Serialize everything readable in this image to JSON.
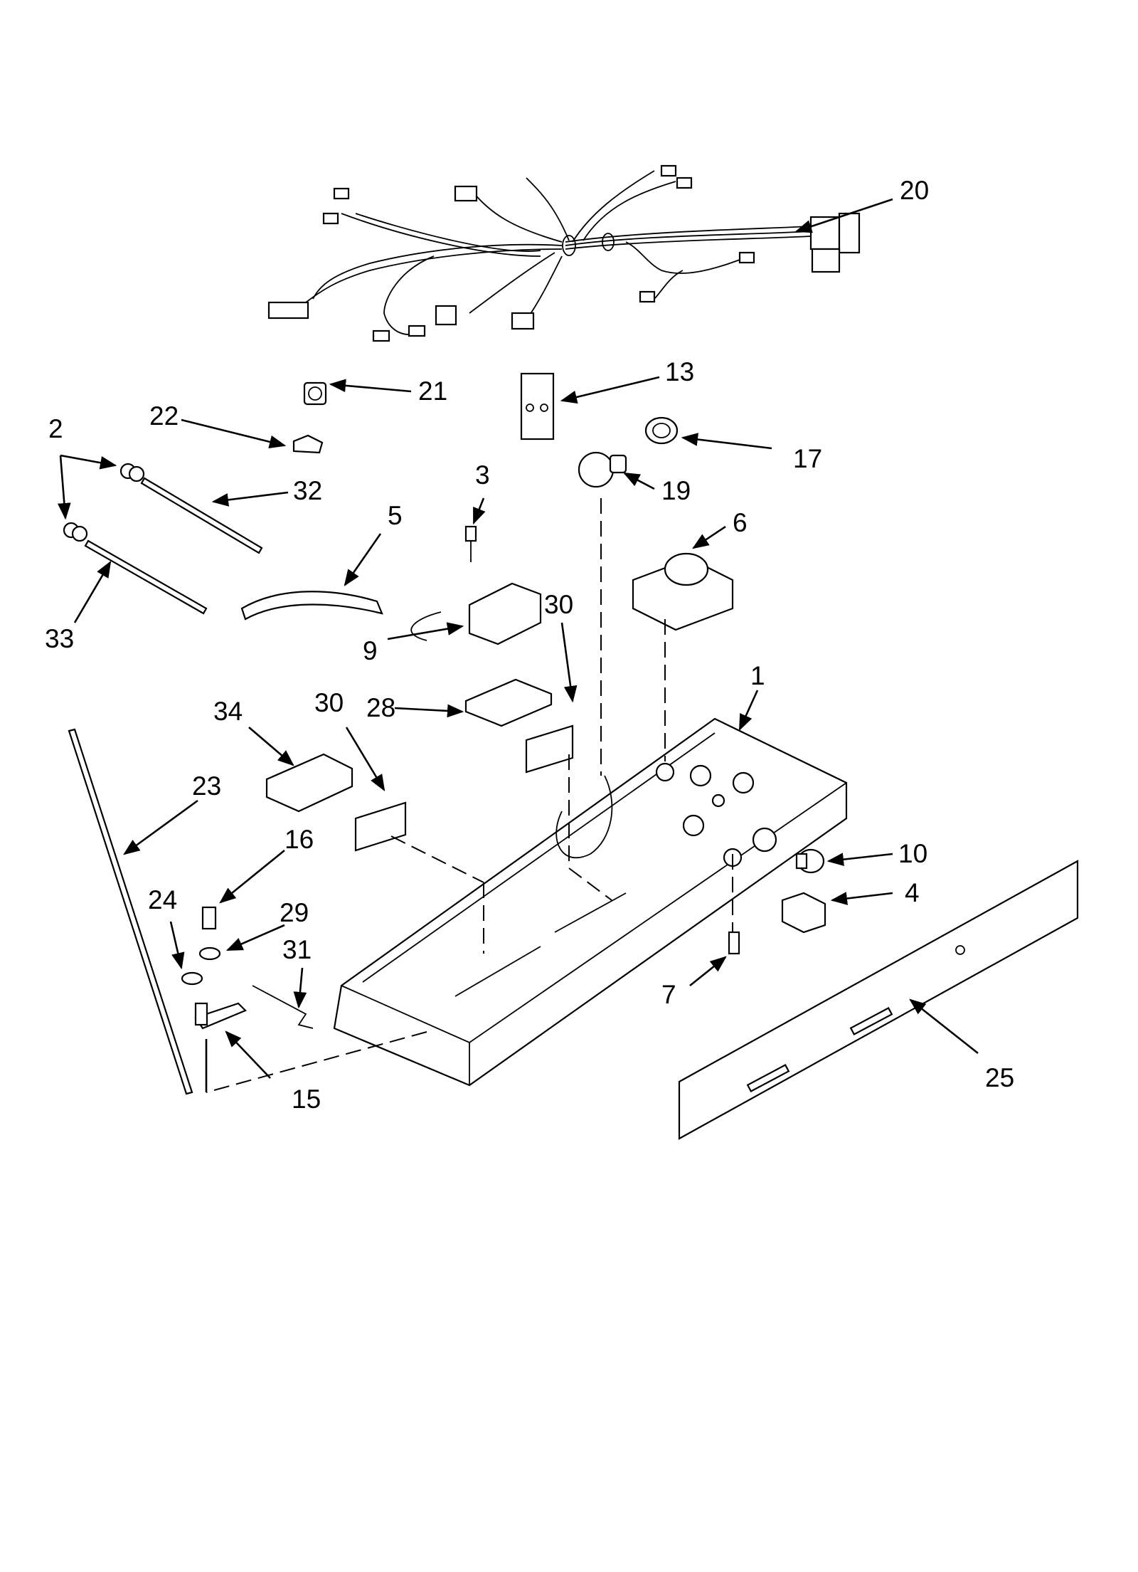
{
  "diagram": {
    "callouts": [
      {
        "id": "c20",
        "number": "20"
      },
      {
        "id": "c21",
        "number": "21"
      },
      {
        "id": "c13",
        "number": "13"
      },
      {
        "id": "c22",
        "number": "22"
      },
      {
        "id": "c2",
        "number": "2"
      },
      {
        "id": "c17",
        "number": "17"
      },
      {
        "id": "c3",
        "number": "3"
      },
      {
        "id": "c32",
        "number": "32"
      },
      {
        "id": "c19",
        "number": "19"
      },
      {
        "id": "c5",
        "number": "5"
      },
      {
        "id": "c6",
        "number": "6"
      },
      {
        "id": "c30a",
        "number": "30"
      },
      {
        "id": "c33",
        "number": "33"
      },
      {
        "id": "c9",
        "number": "9"
      },
      {
        "id": "c1",
        "number": "1"
      },
      {
        "id": "c34",
        "number": "34"
      },
      {
        "id": "c30b",
        "number": "30"
      },
      {
        "id": "c28",
        "number": "28"
      },
      {
        "id": "c23",
        "number": "23"
      },
      {
        "id": "c16",
        "number": "16"
      },
      {
        "id": "c10",
        "number": "10"
      },
      {
        "id": "c24",
        "number": "24"
      },
      {
        "id": "c29",
        "number": "29"
      },
      {
        "id": "c4",
        "number": "4"
      },
      {
        "id": "c31",
        "number": "31"
      },
      {
        "id": "c7",
        "number": "7"
      },
      {
        "id": "c25",
        "number": "25"
      },
      {
        "id": "c15",
        "number": "15"
      }
    ]
  }
}
